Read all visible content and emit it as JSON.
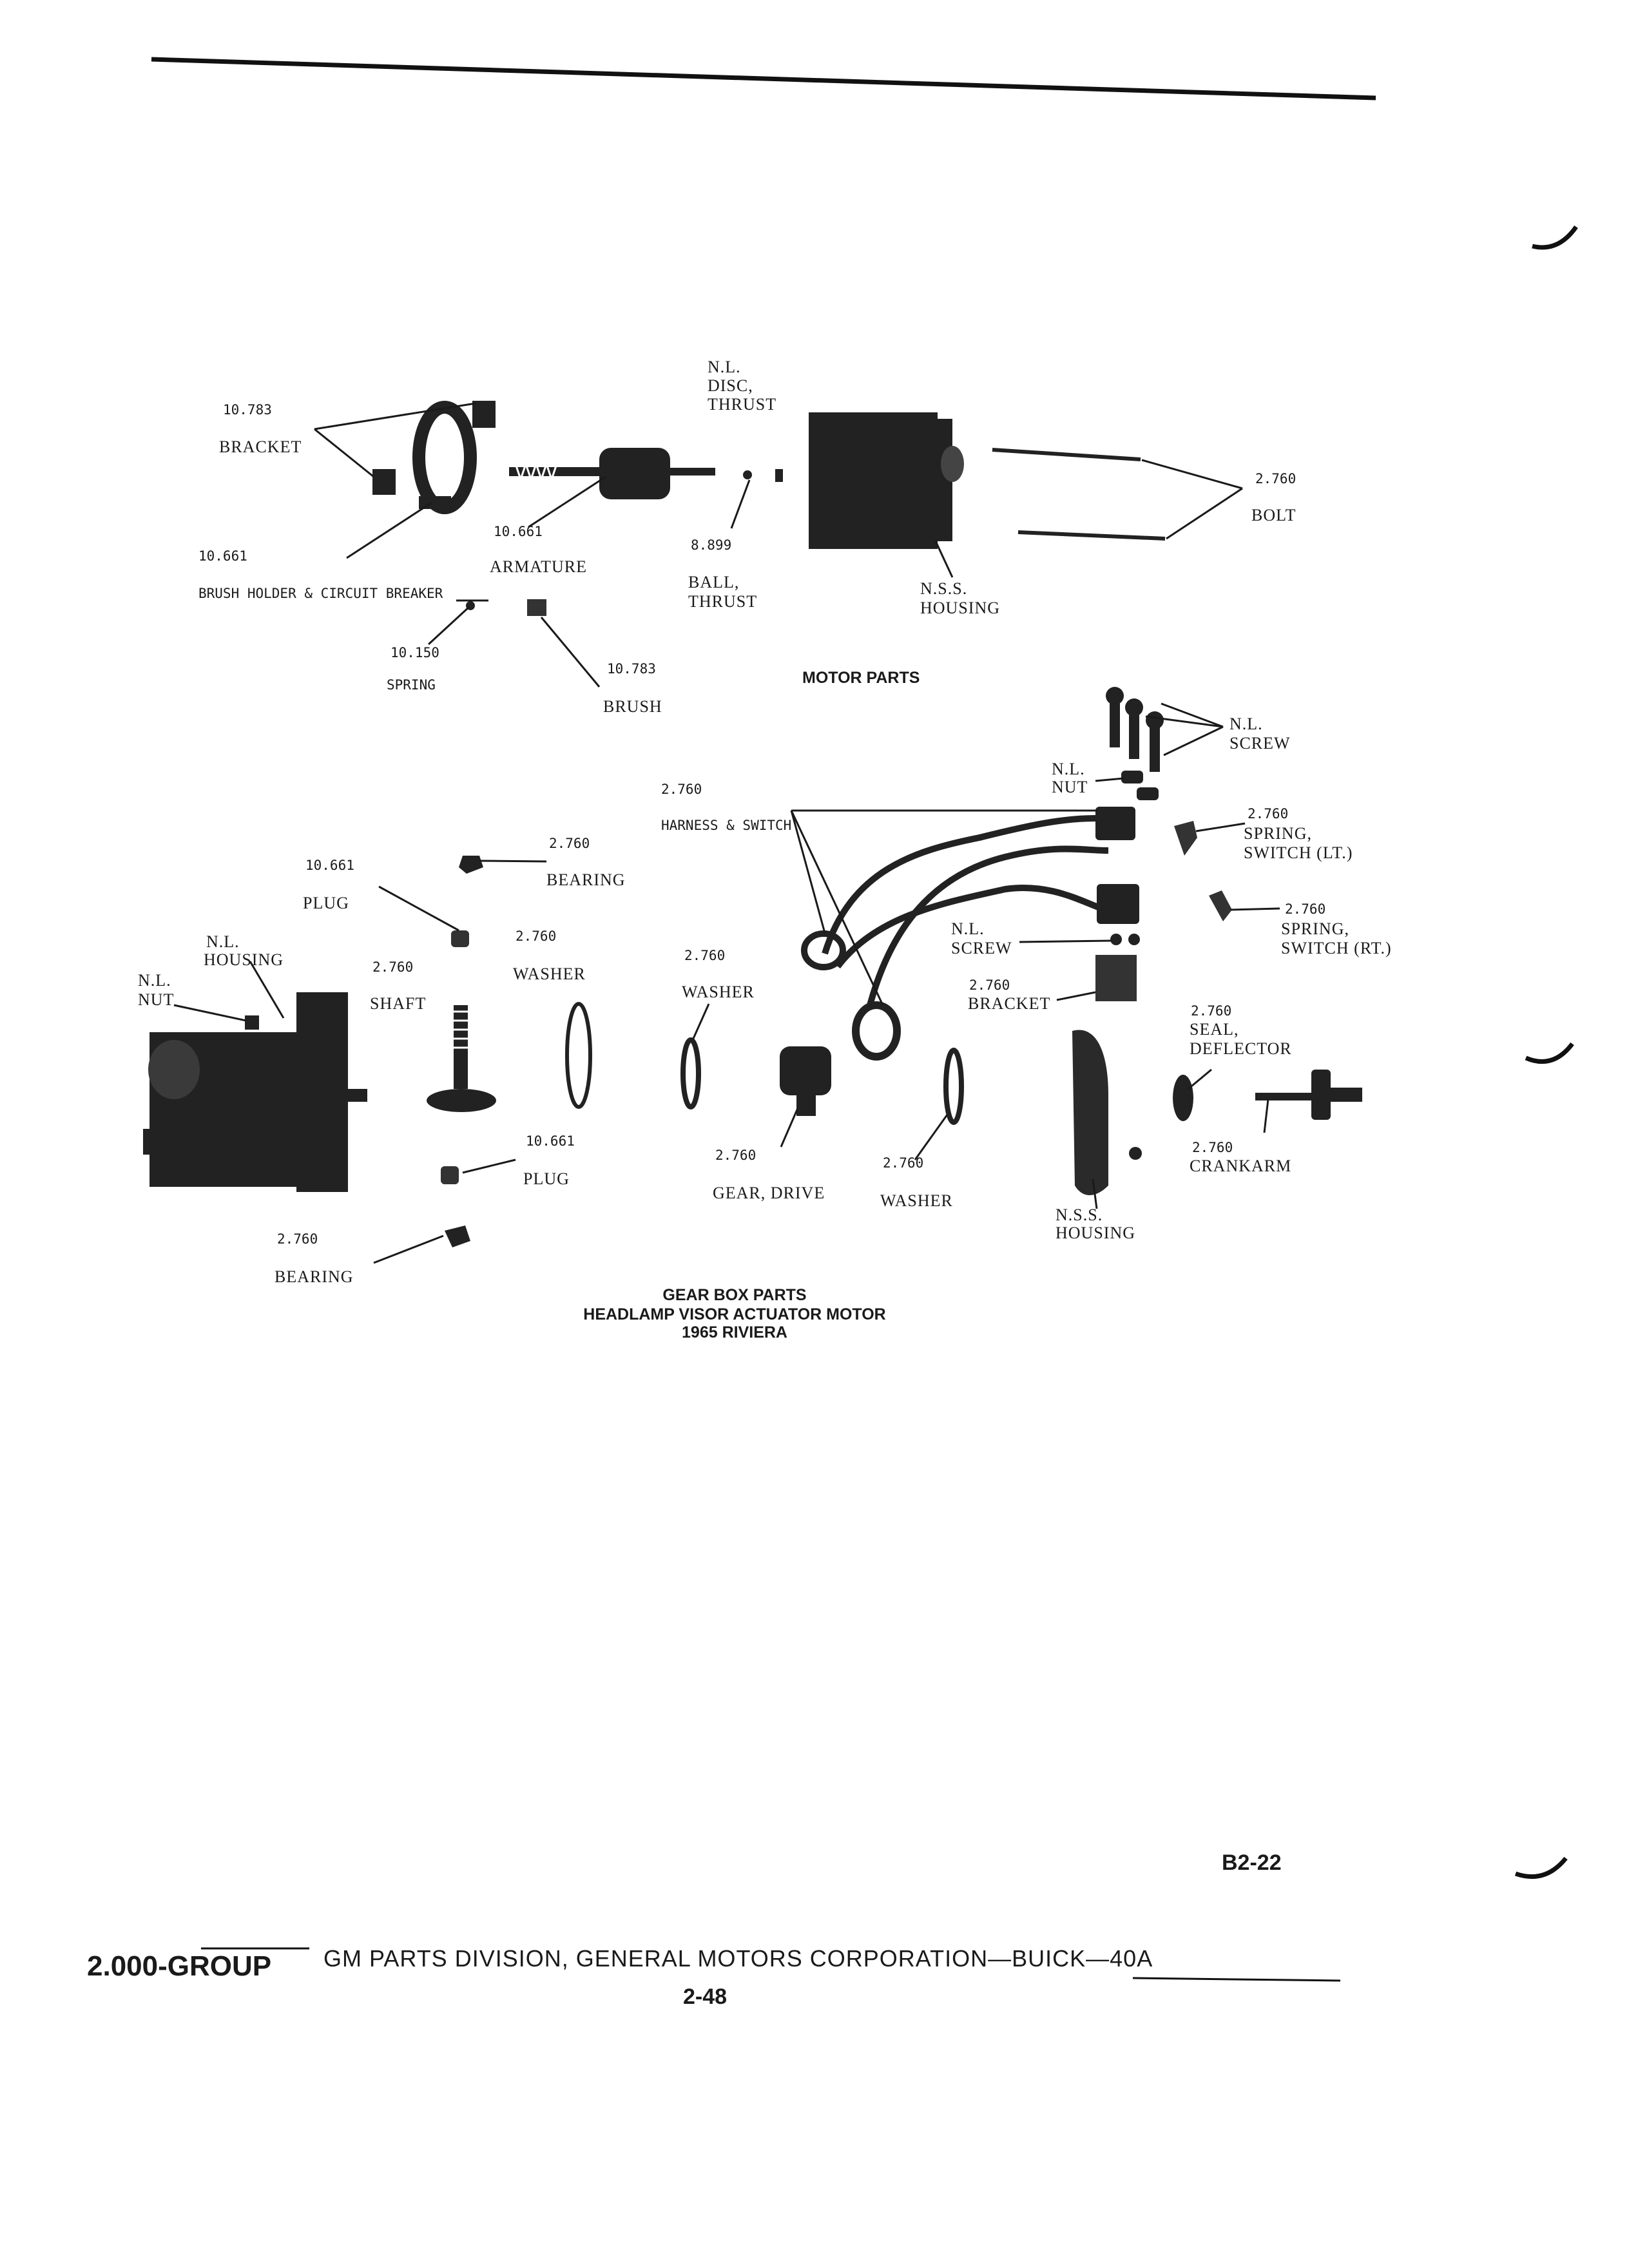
{
  "motor_parts": {
    "caption": "MOTOR PARTS",
    "labels": {
      "bracket_num": "10.783",
      "bracket_name": "BRACKET",
      "armature_num": "10.661",
      "armature_name": "ARMATURE",
      "brush_holder_num": "10.661",
      "brush_holder_name": "BRUSH HOLDER & CIRCUIT BREAKER",
      "spring_num": "10.150",
      "spring_name": "SPRING",
      "brush_num": "10.783",
      "brush_name": "BRUSH",
      "disc_l1": "N.L.",
      "disc_l2": "DISC,",
      "disc_l3": "THRUST",
      "ball_num": "8.899",
      "ball_l1": "BALL,",
      "ball_l2": "THRUST",
      "housing_l1": "N.S.S.",
      "housing_l2": "HOUSING",
      "bolt_num": "2.760",
      "bolt_name": "BOLT"
    }
  },
  "gear_box_parts": {
    "caption_l1": "GEAR BOX PARTS",
    "caption_l2": "HEADLAMP VISOR ACTUATOR MOTOR",
    "caption_l3": "1965 RIVIERA",
    "labels": {
      "screw_top_l1": "N.L.",
      "screw_top_l2": "SCREW",
      "nut_top_l1": "N.L.",
      "nut_top_l2": "NUT",
      "harness_num": "2.760",
      "harness_name": "HARNESS & SWITCH",
      "spring_lt_num": "2.760",
      "spring_lt_l1": "SPRING,",
      "spring_lt_l2": "SWITCH (LT.)",
      "spring_rt_num": "2.760",
      "spring_rt_l1": "SPRING,",
      "spring_rt_l2": "SWITCH (RT.)",
      "screw_mid_l1": "N.L.",
      "screw_mid_l2": "SCREW",
      "bracket_num": "2.760",
      "bracket_name": "BRACKET",
      "seal_num": "2.760",
      "seal_l1": "SEAL,",
      "seal_l2": "DEFLECTOR",
      "crankarm_num": "2.760",
      "crankarm_name": "CRANKARM",
      "nss_housing_l1": "N.S.S.",
      "nss_housing_l2": "HOUSING",
      "washer_r_num": "2.760",
      "washer_r_name": "WASHER",
      "gear_num": "2.760",
      "gear_name": "GEAR, DRIVE",
      "washer_m_num": "2.760",
      "washer_m_name": "WASHER",
      "bearing_top_num": "2.760",
      "bearing_top_name": "BEARING",
      "plug_top_num": "10.661",
      "plug_top_name": "PLUG",
      "washer_l_num": "2.760",
      "washer_l_name": "WASHER",
      "shaft_num": "2.760",
      "shaft_name": "SHAFT",
      "housing_l1": "N.L.",
      "housing_l2": "HOUSING",
      "nut_l1": "N.L.",
      "nut_l2": "NUT",
      "plug_bot_num": "10.661",
      "plug_bot_name": "PLUG",
      "bearing_bot_num": "2.760",
      "bearing_bot_name": "BEARING"
    }
  },
  "page_code": "B2-22",
  "footer": {
    "group": "2.000-GROUP",
    "division": "GM PARTS DIVISION, GENERAL MOTORS CORPORATION—BUICK—40A",
    "page_number": "2-48"
  }
}
